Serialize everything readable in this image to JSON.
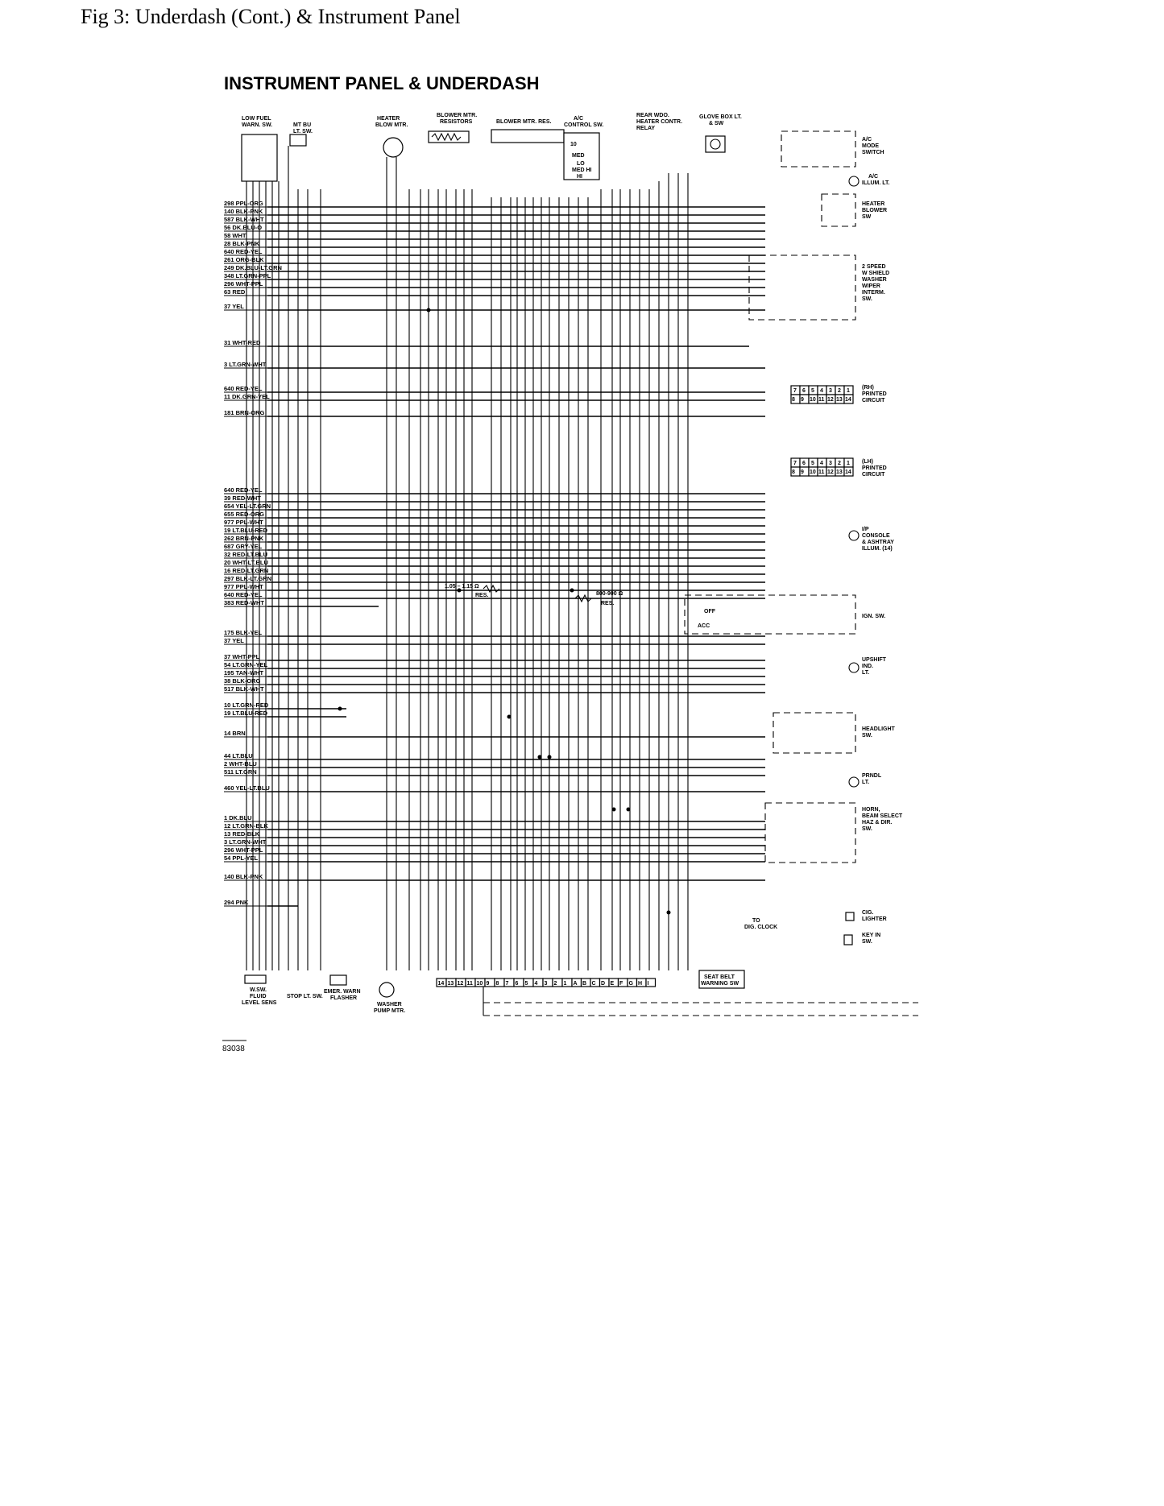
{
  "caption": "Fig 3: Underdash (Cont.) & Instrument Panel",
  "diagram_title": "INSTRUMENT PANEL & UNDERDASH",
  "figure_ref": "83038",
  "components_top": [
    "LOW FUEL WARN. SW.",
    "MT BU LT. SW.",
    "HEATER BLOW MTR.",
    "BLOWER MTR. RESISTORS",
    "BLOWER MTR. RES.",
    "A/C CONTROL SW.",
    "REAR WDO. HEATER CONTR. RELAY",
    "GLOVE BOX LT. & SW"
  ],
  "components_right": [
    "A/C MODE SWITCH",
    "A/C ILLUM. LT.",
    "HEATER BLOWER SW",
    "2 SPEED W SHIELD WASHER WIPER INTERM. SW.",
    "(RH) PRINTED CIRCUIT",
    "(LH) PRINTED CIRCUIT",
    "I/P CONSOLE & ASHTRAY ILLUM. (14)",
    "IGN. SW.",
    "UPSHIFT IND. LT.",
    "HEADLIGHT SW.",
    "PRNDL LT.",
    "HORN, BEAM SELECT HAZ & DIR. SW.",
    "CIG. LIGHTER",
    "KEY IN SW."
  ],
  "components_bottom": [
    "W.SW. FLUID LEVEL SENS",
    "STOP LT. SW.",
    "EMER. WARN FLASHER",
    "WASHER PUMP MTR.",
    "SEAT BELT WARNING SW",
    "TO DIG. CLOCK"
  ],
  "left_wires": [
    "298 PPL-ORG",
    "140 BLK-PNK",
    "587 BLK-WHT",
    "56 DK.BLU-O",
    "58 WHT",
    "28 BLK-PNK",
    "640 RED-YEL",
    "261 ORG-BLK",
    "249 DK.BLU-LT.GRN",
    "348 LT.GRN-PPL",
    "296 WHT-PPL",
    "63 RED",
    "37 YEL",
    "31 WHT-RED",
    "3 LT.GRN-WHT",
    "640 RED-YEL",
    "11 DK.GRN-YEL",
    "181 BRN-ORG",
    "640 RED-YEL",
    "39 RED-WHT",
    "654 YEL-LT.GRN",
    "655 RED-ORG",
    "977 PPL-WHT",
    "19 LT.BLU-RED",
    "262 BRN-PNK",
    "687 GRY-YEL",
    "32 RED-LT.BLU",
    "20 WHT-LT.BLU",
    "16 RED-LT.GRN",
    "297 BLK-LT.GRN",
    "977 PPL-WHT",
    "640 RED-YEL",
    "383 RED-WHT",
    "175 BLK-YEL",
    "37 YEL",
    "37 WHT-PPL",
    "54 LT.GRN-YEL",
    "195 TAN-WHT",
    "38 BLK-ORG",
    "517 BLK-WHT",
    "10 LT.GRN-RED",
    "19 LT.BLU-RED",
    "14 BRN",
    "44 LT.BLU",
    "2 WHT-BLU",
    "511 LT.GRN",
    "460 YEL-LT.BLU",
    "1 DK.BLU",
    "12 LT.GRN-BLK",
    "13 RED-BLK",
    "3 LT.GRN-WHT",
    "296 WHT-PPL",
    "54 PPL-YEL",
    "140 BLK-PNK",
    "294 PNK"
  ],
  "resistors": [
    "1.05 - 1.15 Ω RES.",
    "800-900 Ω RES."
  ],
  "connector_pins_a": [
    "14",
    "13",
    "12",
    "11",
    "10",
    "9",
    "8",
    "7",
    "6",
    "5",
    "4",
    "3",
    "2",
    "1"
  ],
  "connector_pins_b": [
    "A",
    "B",
    "C",
    "D",
    "E",
    "F",
    "G",
    "H",
    "I"
  ],
  "printed_circuit_pins_top": [
    "7",
    "6",
    "5",
    "4",
    "3",
    "2",
    "1"
  ],
  "printed_circuit_pins_bottom": [
    "8",
    "9",
    "10",
    "11",
    "12",
    "13",
    "14"
  ],
  "colors": {
    "ink": "#000000",
    "paper": "#ffffff"
  }
}
